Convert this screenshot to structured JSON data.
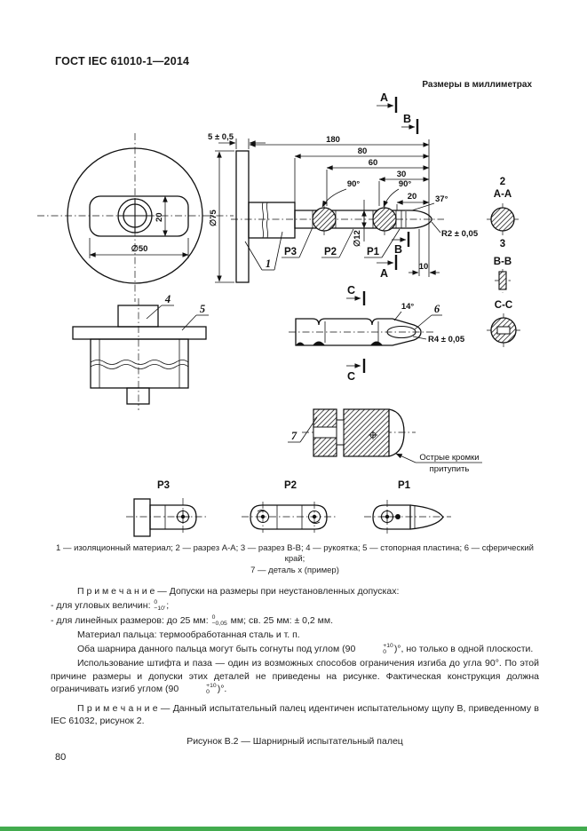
{
  "page": {
    "header": "ГОСТ IEC 61010-1—2014",
    "units_note": "Размеры в миллиметрах",
    "page_number": "80",
    "footer_bar_color": "#42ab4e"
  },
  "drawing": {
    "dims": {
      "plate_thickness": "5 ± 0,5",
      "len_180": "180",
      "len_80": "80",
      "len_60": "60",
      "len_30": "30",
      "len_20": "20",
      "len_10": "10",
      "slot_width": "20",
      "hole_dia": "∅50",
      "disc_dia": "∅75",
      "finger_dia": "∅12",
      "angle_90_first": "90°",
      "angle_90_second": "90°",
      "angle_37": "37°",
      "angle_14": "14°",
      "tip_radius": "R2 ± 0,05",
      "spherical_radius": "R4 ± 0,05"
    },
    "section_letters": {
      "a": "А",
      "b": "В",
      "c": "С"
    },
    "sections": {
      "s2_num": "2",
      "s2_label": "А-А",
      "s3_num": "3",
      "s3_label": "В-В",
      "scc_label": "С-С"
    },
    "items": {
      "i1": "1",
      "i4": "4",
      "i5": "5",
      "i6": "6",
      "i7": "7"
    },
    "parts": {
      "p1": "Р1",
      "p2": "Р2",
      "p3": "Р3"
    },
    "sharp_edge_note_line1": "Острые кромки",
    "sharp_edge_note_line2": "притупить"
  },
  "caption": {
    "legend_line1": "1 — изоляционный материал; 2 — разрез А-А; 3 — разрез В-В; 4 — рукоятка; 5 — стопорная пластина; 6 — сферический край;",
    "legend_line2": "7 — деталь х (пример)",
    "figure": "Рисунок В.2 — Шарнирный испытательный палец"
  },
  "notes": {
    "note1": "П р и м е ч а н и е — Допуски на размеры при неустановленных допусках:",
    "bullet1_pre": "- для угловых величин: ",
    "ang_tol_top": "0",
    "ang_tol_bottom": "−10′",
    "bullet1_post": ";",
    "bullet2_pre": "- для линейных размеров: до 25 мм: ",
    "lin_tol_top": "0",
    "lin_tol_bottom": "−0,05",
    "bullet2_post": " мм; св. 25 мм: ± 0,2 мм.",
    "material": "Материал пальца: термообработанная сталь и т. п.",
    "hinges_pre": "Оба шарнира данного пальца могут быть согнуты под углом (90",
    "bend_tol_top": "+10",
    "bend_tol_bottom": "0",
    "hinges_post": ")°, но только в одной плоскости.",
    "pin_pre": "Использование штифта и паза — один из возможных способов ограничения изгиба до угла 90°. По этой причине размеры и допуски этих деталей не приведены на рисунке. Фактическая конструкция должна ограничивать изгиб углом (90",
    "pin_post": ")°.",
    "note2": "П р и м е ч а н и е — Данный испытательный палец идентичен испытательному щупу В, приведенному в IEC 61032, рисунок 2."
  }
}
